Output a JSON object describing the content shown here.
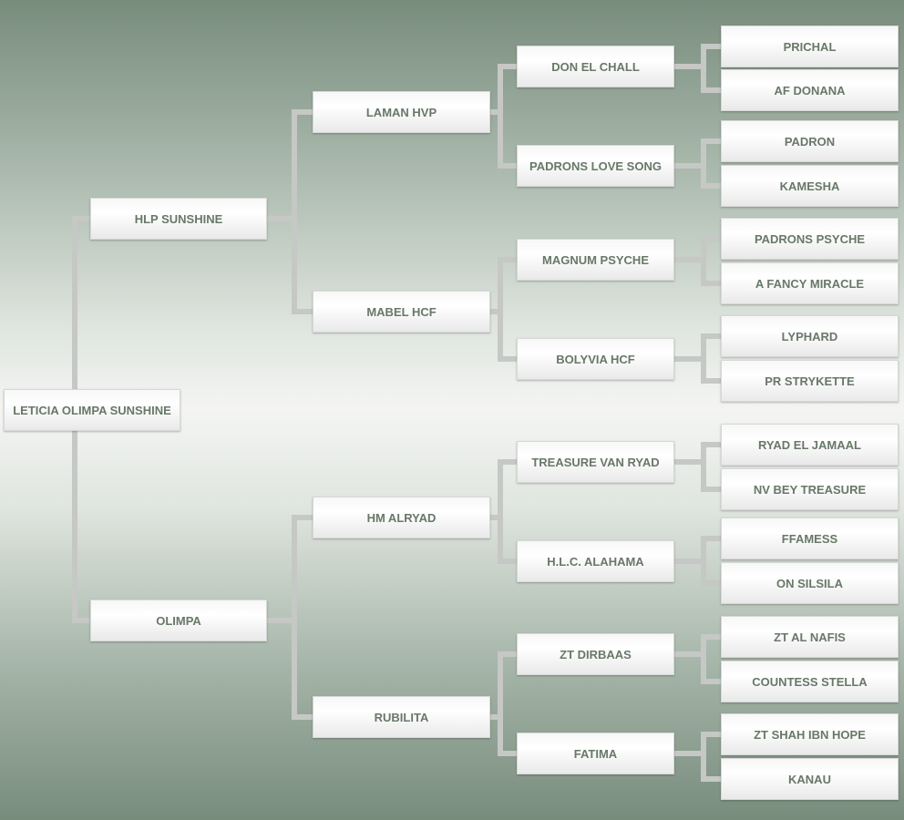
{
  "pedigree": {
    "subject": "LETICIA OLIMPA SUNSHINE",
    "parents": [
      "HLP SUNSHINE",
      "OLIMPA"
    ],
    "grandparents": [
      "LAMAN HVP",
      "MABEL HCF",
      "HM ALRYAD",
      "RUBILITA"
    ],
    "great_grandparents": [
      "DON EL CHALL",
      "PADRONS LOVE SONG",
      "MAGNUM PSYCHE",
      "BOLYVIA HCF",
      "TREASURE VAN RYAD",
      "H.L.C. ALAHAMA",
      "ZT DIRBAAS",
      "FATIMA"
    ],
    "great_great_grandparents": [
      "PRICHAL",
      "AF DONANA",
      "PADRON",
      "KAMESHA",
      "PADRONS PSYCHE",
      "A FANCY MIRACLE",
      "LYPHARD",
      "PR STRYKETTE",
      "RYAD EL JAMAAL",
      "NV BEY TREASURE",
      "FFAMESS",
      "ON SILSILA",
      "ZT AL NAFIS",
      "COUNTESS STELLA",
      "ZT SHAH IBN HOPE",
      "KANAU"
    ]
  }
}
